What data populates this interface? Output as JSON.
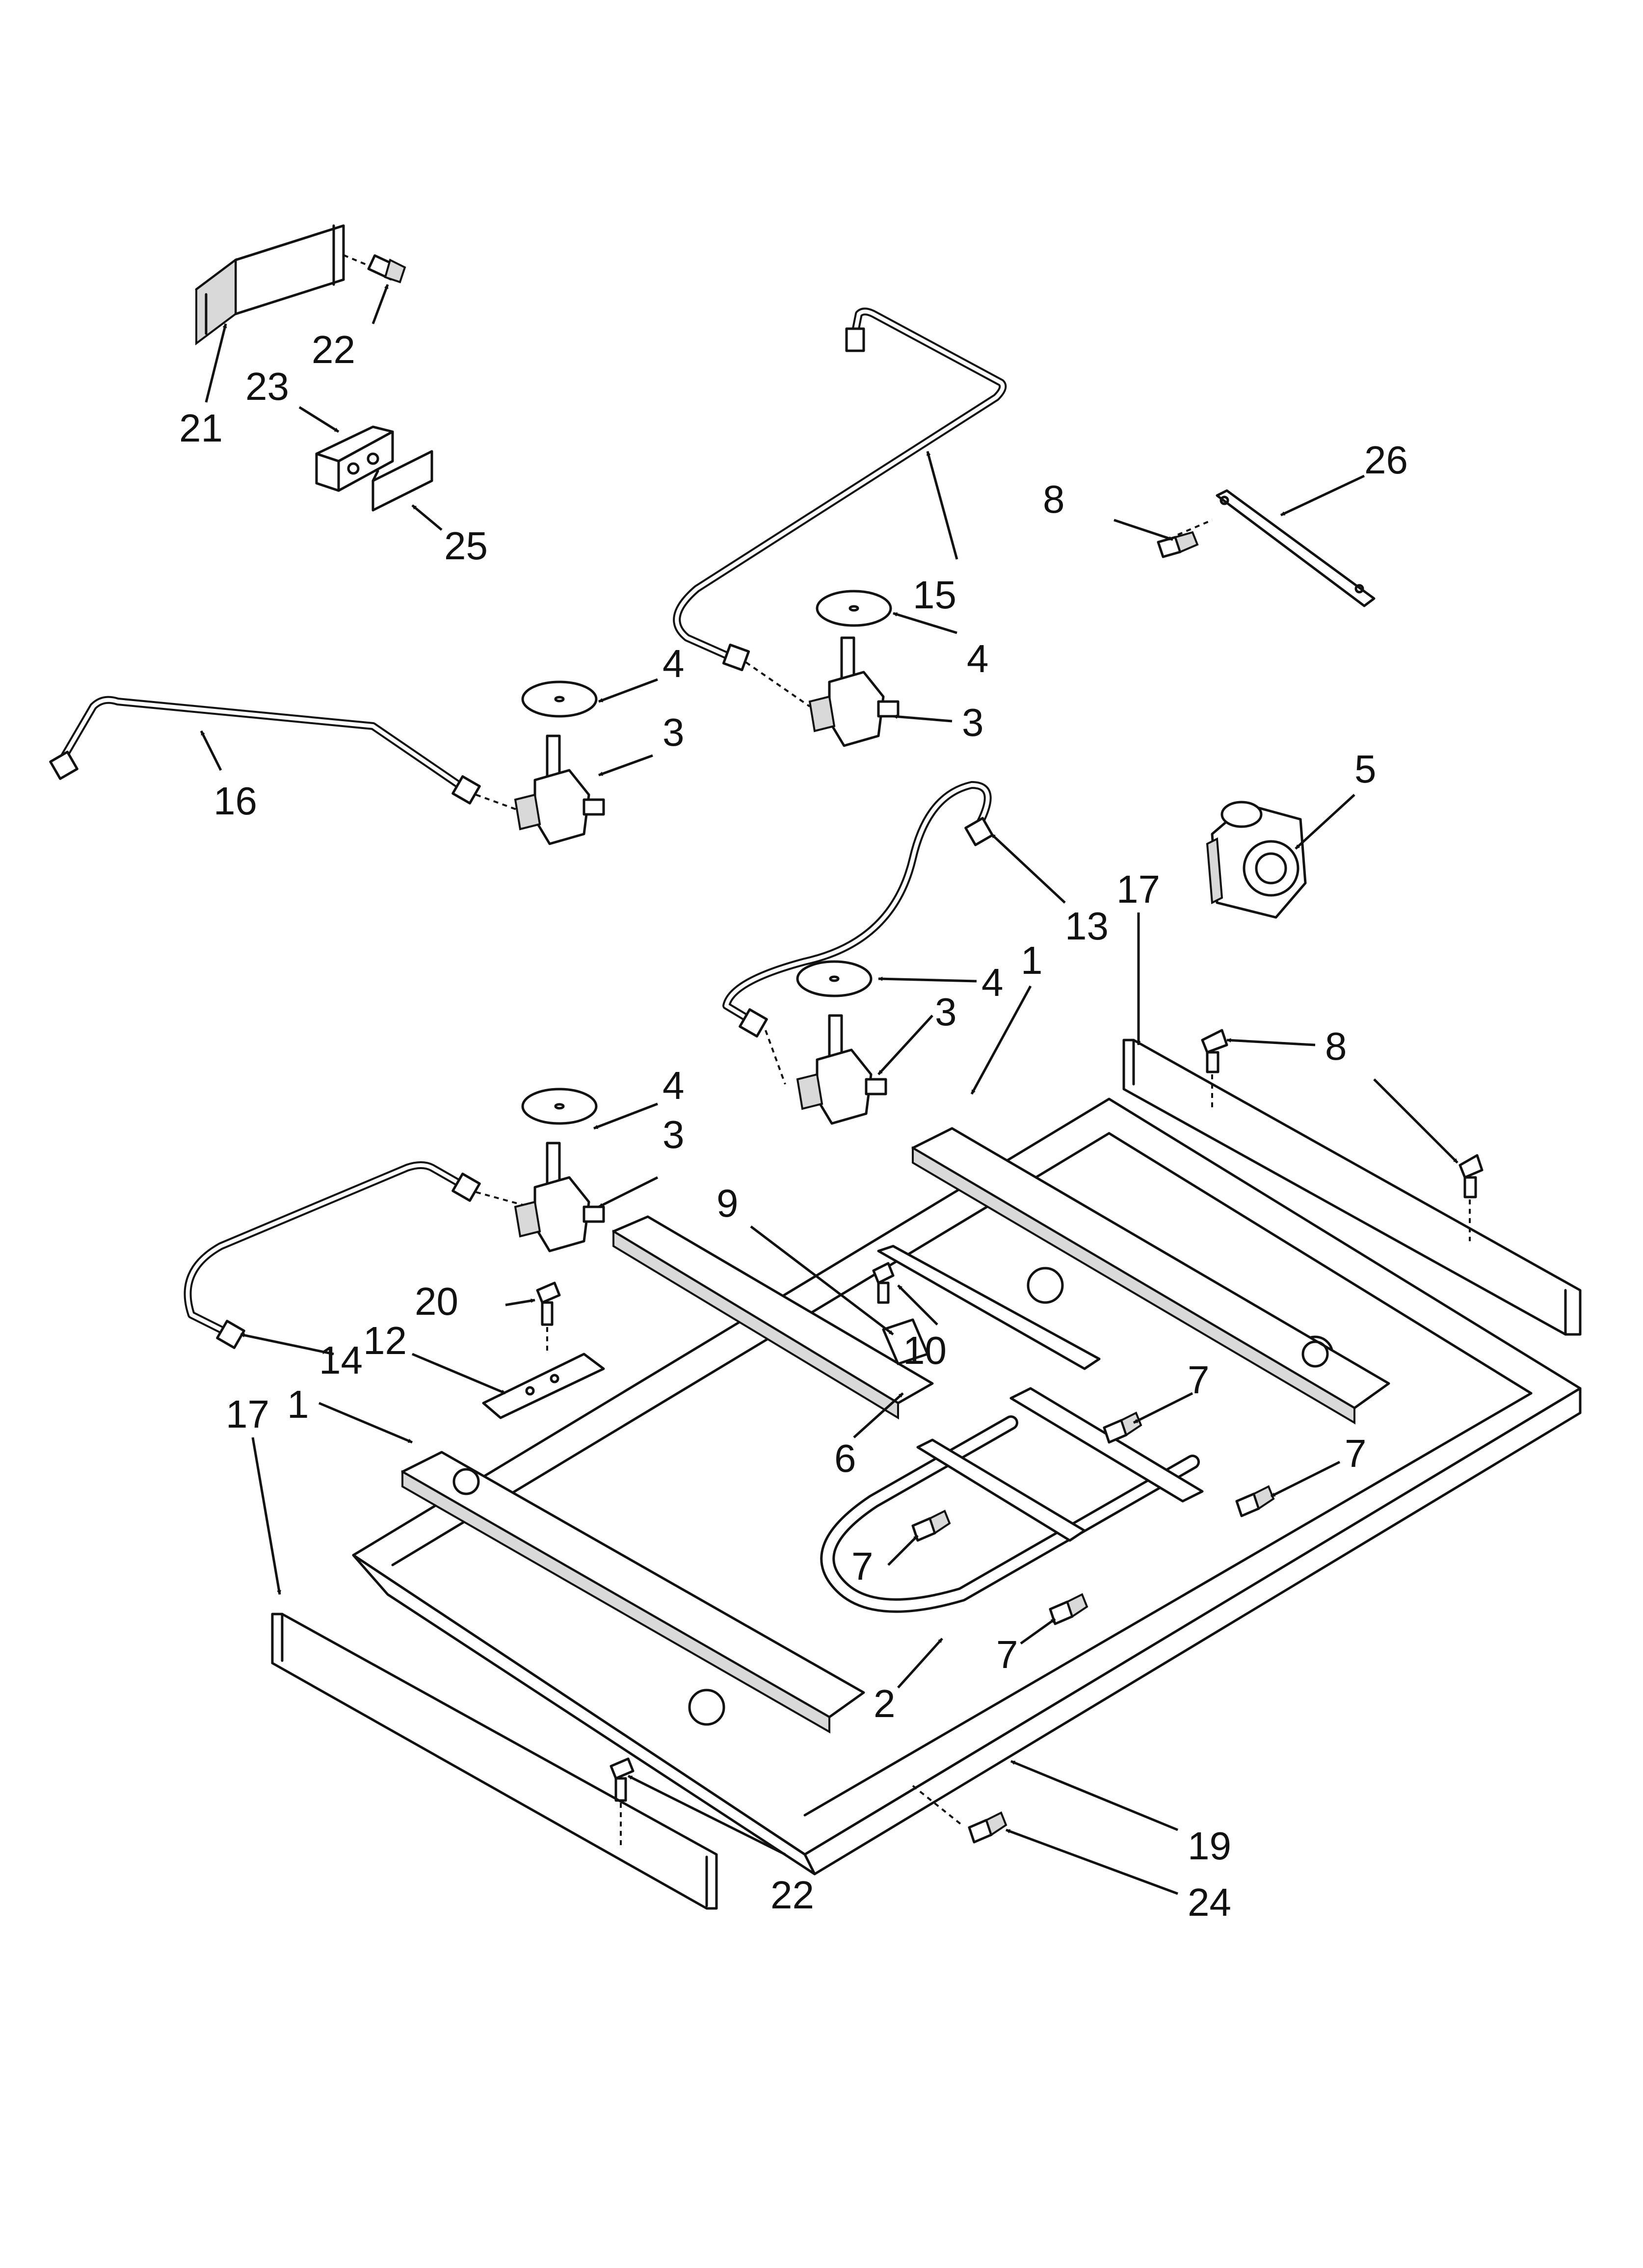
{
  "callouts": [
    "1",
    "1",
    "2",
    "3",
    "3",
    "3",
    "3",
    "4",
    "4",
    "4",
    "4",
    "5",
    "6",
    "7",
    "7",
    "7",
    "7",
    "8",
    "8",
    "9",
    "10",
    "12",
    "13",
    "14",
    "15",
    "16",
    "17",
    "17",
    "19",
    "20",
    "21",
    "22",
    "22",
    "23",
    "24",
    "25",
    "26"
  ]
}
